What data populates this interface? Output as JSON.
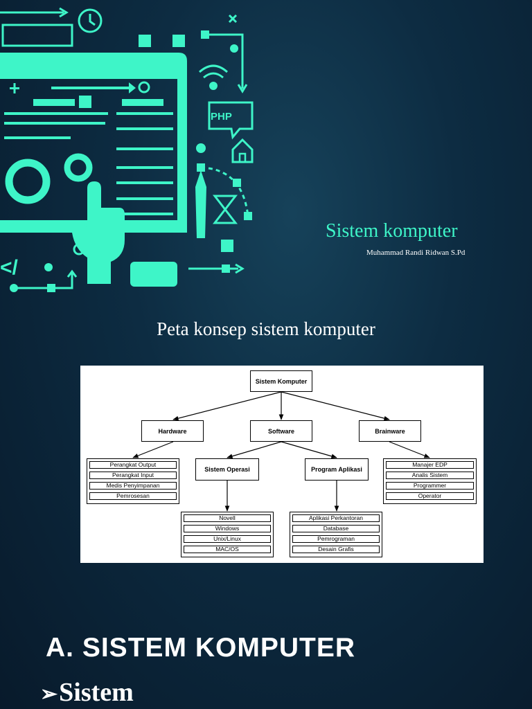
{
  "slide": {
    "title": "Sistem komputer",
    "author": "Muhammad Randi Ridwan S.Pd",
    "concept_title": "Peta konsep sistem komputer"
  },
  "illustration": {
    "php_label": "PHP",
    "code_label": "</",
    "accent_color": "#3ef5c8"
  },
  "diagram": {
    "root": "Sistem Komputer",
    "level1": [
      "Hardware",
      "Software",
      "Brainware"
    ],
    "hardware_items": [
      "Perangkat Output",
      "Perangkat Input",
      "Medis Penyimpanan",
      "Pemrosesan"
    ],
    "software_children": [
      "Sistem Operasi",
      "Program Aplikasi"
    ],
    "os_items": [
      "Novell",
      "Windows",
      "Unix/Linux",
      "MAC/OS"
    ],
    "app_items": [
      "Aplikasi Perkantoran",
      "Database",
      "Pemrograman",
      "Desain Grafis"
    ],
    "brainware_items": [
      "Manajer EDP",
      "Analis Sistem",
      "Programmer",
      "Operator"
    ]
  },
  "section": {
    "heading": "A. SISTEM KOMPUTER",
    "bullet_symbol": "➢",
    "bullet": "Sistem"
  }
}
